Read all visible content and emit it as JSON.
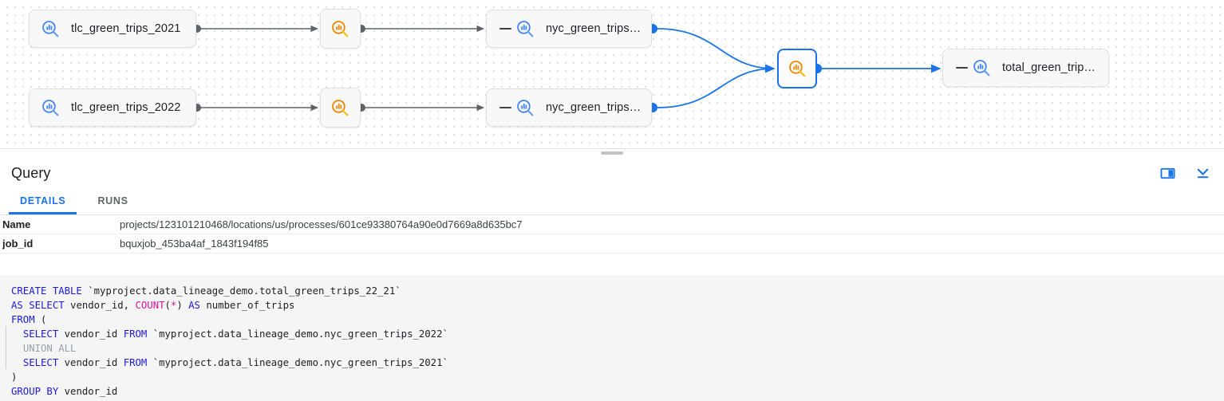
{
  "graph": {
    "nodes": [
      {
        "id": "tlc-2021",
        "label": "tlc_green_trips_2021",
        "icon": "bigquery-table-icon",
        "icon_color": "#4285f4",
        "kind": "table",
        "selected": false,
        "collapsible": false
      },
      {
        "id": "tlc-2022",
        "label": "tlc_green_trips_2022",
        "icon": "bigquery-table-icon",
        "icon_color": "#4285f4",
        "kind": "table",
        "selected": false,
        "collapsible": false
      },
      {
        "id": "proc-1",
        "label": "",
        "icon": "bigquery-process-icon",
        "icon_color": "#f29900",
        "kind": "process",
        "selected": false,
        "collapsible": false
      },
      {
        "id": "proc-2",
        "label": "",
        "icon": "bigquery-process-icon",
        "icon_color": "#f29900",
        "kind": "process",
        "selected": false,
        "collapsible": false
      },
      {
        "id": "nyc-2021",
        "label": "nyc_green_trips…",
        "icon": "bigquery-table-icon",
        "icon_color": "#4285f4",
        "kind": "table",
        "selected": false,
        "collapsible": true
      },
      {
        "id": "nyc-2022",
        "label": "nyc_green_trips…",
        "icon": "bigquery-table-icon",
        "icon_color": "#4285f4",
        "kind": "table",
        "selected": false,
        "collapsible": true
      },
      {
        "id": "proc-3",
        "label": "",
        "icon": "bigquery-process-icon",
        "icon_color": "#f29900",
        "kind": "process",
        "selected": true,
        "collapsible": false
      },
      {
        "id": "total",
        "label": "total_green_trip…",
        "icon": "bigquery-table-icon",
        "icon_color": "#4285f4",
        "kind": "table",
        "selected": false,
        "collapsible": true
      }
    ],
    "edge_colors": {
      "inactive": "#5f6368",
      "highlighted": "#1a73e8"
    }
  },
  "panel": {
    "title": "Query",
    "actions": [
      {
        "name": "split-panel-icon",
        "label": "Split panel"
      },
      {
        "name": "collapse-panel-icon",
        "label": "Collapse"
      }
    ],
    "accent": "#1a73e8",
    "tabs": [
      {
        "id": "details",
        "label": "DETAILS",
        "active": true
      },
      {
        "id": "runs",
        "label": "RUNS",
        "active": false
      }
    ],
    "details": [
      {
        "key": "Name",
        "value": "projects/123101210468/locations/us/processes/601ce93380764a90e0d7669a8d635bc7"
      },
      {
        "key": "job_id",
        "value": "bquxjob_453ba4af_1843f194f85"
      }
    ]
  },
  "sql": {
    "lines": [
      [
        {
          "t": "CREATE TABLE ",
          "c": "kw"
        },
        {
          "t": "`myproject.data_lineage_demo.total_green_trips_22_21`",
          "c": "ind"
        }
      ],
      [
        {
          "t": "AS SELECT ",
          "c": "kw"
        },
        {
          "t": "vendor_id, ",
          "c": "ind"
        },
        {
          "t": "COUNT",
          "c": "fn"
        },
        {
          "t": "(",
          "c": "ind"
        },
        {
          "t": "*",
          "c": "fn"
        },
        {
          "t": ") ",
          "c": "ind"
        },
        {
          "t": "AS ",
          "c": "kw"
        },
        {
          "t": "number_of_trips",
          "c": "ind"
        }
      ],
      [
        {
          "t": "FROM ",
          "c": "kw"
        },
        {
          "t": "(",
          "c": "ind"
        }
      ],
      [
        {
          "t": "  ",
          "c": "ind"
        },
        {
          "t": "SELECT ",
          "c": "kw"
        },
        {
          "t": "vendor_id ",
          "c": "ind"
        },
        {
          "t": "FROM ",
          "c": "kw"
        },
        {
          "t": "`myproject.data_lineage_demo.nyc_green_trips_2022`",
          "c": "ind"
        }
      ],
      [
        {
          "t": "  ",
          "c": "ind"
        },
        {
          "t": "UNION ALL",
          "c": "mut"
        }
      ],
      [
        {
          "t": "  ",
          "c": "ind"
        },
        {
          "t": "SELECT ",
          "c": "kw"
        },
        {
          "t": "vendor_id ",
          "c": "ind"
        },
        {
          "t": "FROM ",
          "c": "kw"
        },
        {
          "t": "`myproject.data_lineage_demo.nyc_green_trips_2021`",
          "c": "ind"
        }
      ],
      [
        {
          "t": ")",
          "c": "ind"
        }
      ],
      [
        {
          "t": "GROUP BY ",
          "c": "kw"
        },
        {
          "t": "vendor_id",
          "c": "ind"
        }
      ]
    ]
  }
}
